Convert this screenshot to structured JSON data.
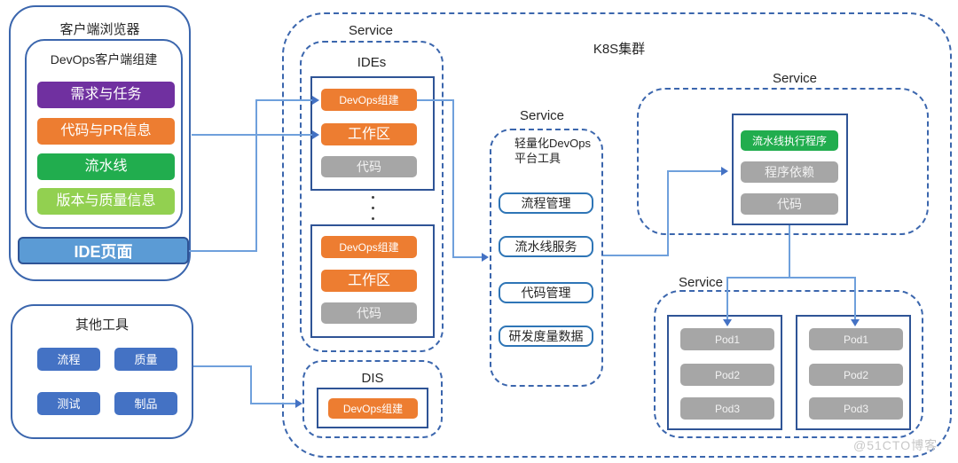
{
  "client_panel": {
    "title": "客户端浏览器",
    "component_box": {
      "title": "DevOps客户端组建",
      "bars": [
        {
          "label": "需求与任务"
        },
        {
          "label": "代码与PR信息"
        },
        {
          "label": "流水线"
        },
        {
          "label": "版本与质量信息"
        }
      ]
    },
    "ide_page_label": "IDE页面"
  },
  "other_tools": {
    "title": "其他工具",
    "buttons": [
      {
        "label": "流程"
      },
      {
        "label": "质量"
      },
      {
        "label": "测试"
      },
      {
        "label": "制品"
      }
    ]
  },
  "k8s": {
    "title": "K8S集群",
    "ides_service": {
      "service_label": "Service",
      "title": "IDEs",
      "blocks": [
        {
          "bars": [
            {
              "label": "DevOps组建"
            },
            {
              "label": "工作区"
            },
            {
              "label": "代码"
            }
          ]
        },
        {
          "bars": [
            {
              "label": "DevOps组建"
            },
            {
              "label": "工作区"
            },
            {
              "label": "代码"
            }
          ]
        }
      ]
    },
    "dis": {
      "title": "DIS",
      "bar_label": "DevOps组建"
    },
    "platform_service": {
      "service_label": "Service",
      "title_line1": "轻量化DevOps",
      "title_line2": "平台工具",
      "buttons": [
        {
          "label": "流程管理"
        },
        {
          "label": "流水线服务"
        },
        {
          "label": "代码管理"
        },
        {
          "label": "研发度量数据"
        }
      ]
    },
    "runner_service": {
      "service_label": "Service",
      "bars": [
        {
          "label": "流水线执行程序"
        },
        {
          "label": "程序依赖"
        },
        {
          "label": "代码"
        }
      ]
    },
    "pods_service": {
      "service_label": "Service",
      "groups": [
        {
          "pods": [
            {
              "label": "Pod1"
            },
            {
              "label": "Pod2"
            },
            {
              "label": "Pod3"
            }
          ]
        },
        {
          "pods": [
            {
              "label": "Pod1"
            },
            {
              "label": "Pod2"
            },
            {
              "label": "Pod3"
            }
          ]
        }
      ]
    }
  },
  "watermark": "@51CTO博客",
  "colors": {
    "purple": "#7030a0",
    "orange": "#ed7d31",
    "green": "#21ad4e",
    "light_green": "#92d050",
    "blue_button": "#4472c4",
    "ide_page_blue": "#5b9bd5",
    "gray_bar": "#a6a6a6",
    "solid_border": "#2f5496",
    "dashed_border": "#3b66ad",
    "connector": "#6fa0dc"
  }
}
